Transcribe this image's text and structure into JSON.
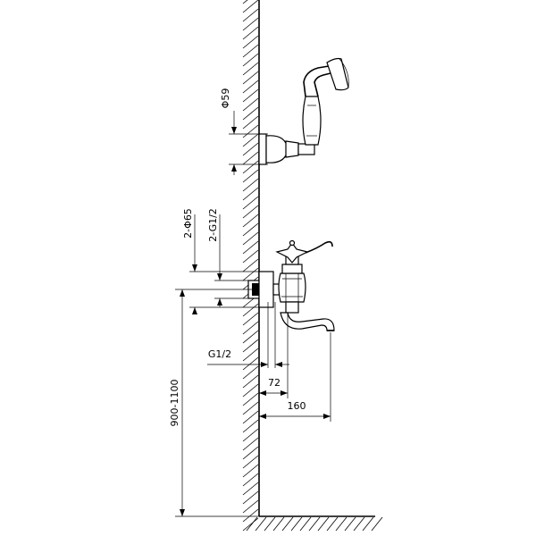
{
  "drawing": {
    "labels": {
      "diameter_handshower": "Φ59",
      "escutcheon_dia": "2-Φ65",
      "thread_top": "2-G1/2",
      "thread_bottom": "G1/2",
      "offset_72": "72",
      "offset_160": "160",
      "height_range": "900-1100"
    },
    "icons": {
      "wall": "hatched-wall",
      "floor": "hatched-floor",
      "handshower": "handshower-icon",
      "mixer": "bath-mixer-icon",
      "spout": "spout-icon"
    }
  }
}
